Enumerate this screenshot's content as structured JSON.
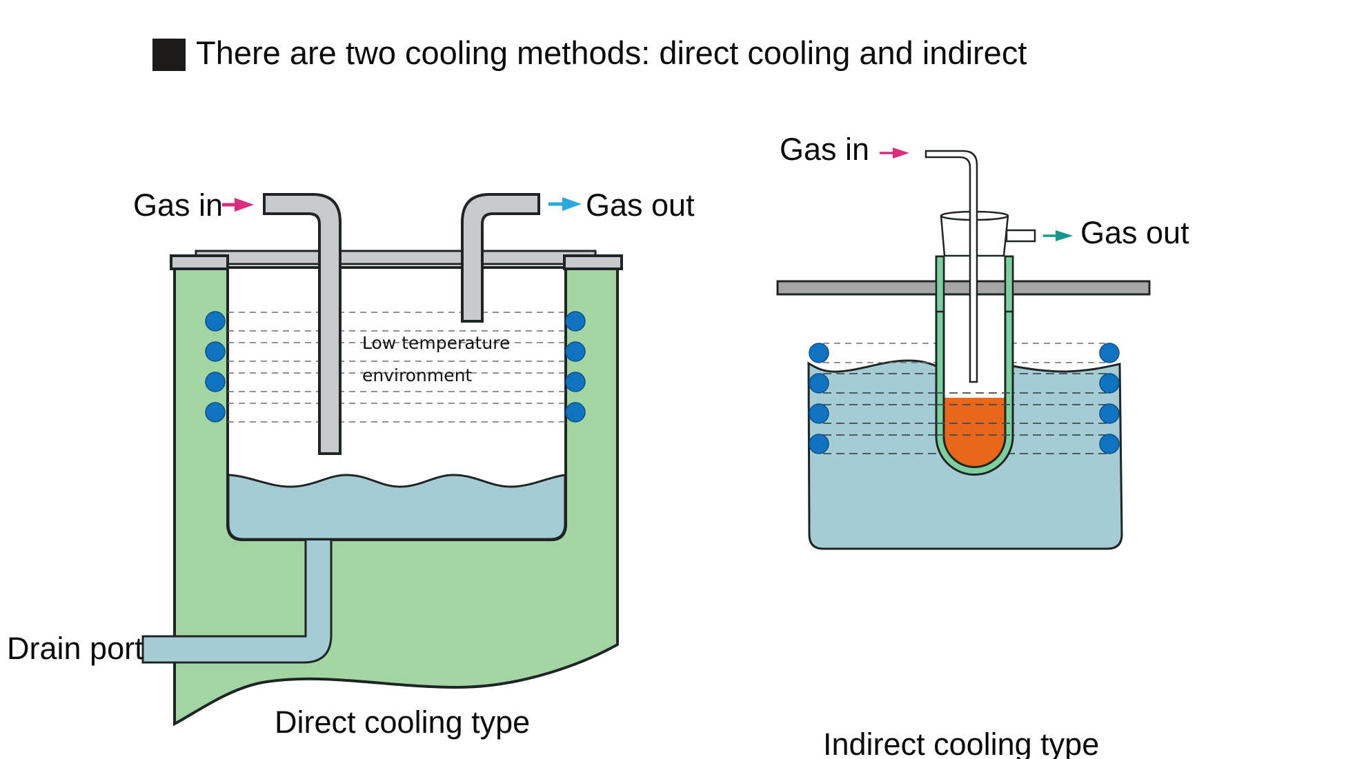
{
  "header": {
    "bullet_icon": "black-square-icon",
    "title": "There are two cooling methods: direct cooling and indirect"
  },
  "direct": {
    "caption": "Direct cooling type",
    "gas_in": "Gas in",
    "gas_out": "Gas out",
    "drain": "Drain port",
    "environment_line1": "Low temperature",
    "environment_line2": "environment",
    "coil_count_per_side": 4
  },
  "indirect": {
    "caption": "Indirect cooling type",
    "gas_in": "Gas in",
    "gas_out": "Gas out",
    "coil_count_per_side": 4
  },
  "colors": {
    "jacket_green": "#a3d5a2",
    "pipe_grey": "#c8c9cc",
    "plate_grey": "#a6a6a6",
    "liquid_blue": "#a5cbd4",
    "coil_blue": "#0f73c2",
    "tube_green": "#7ccf9f",
    "sample_orange": "#e8671b",
    "arrow_in_magenta": "#dc2c7e",
    "arrow_out_cyan": "#29a9df",
    "arrow_out_teal": "#14998d",
    "outline": "#1f2424",
    "bullet_black": "#1c1a18"
  }
}
